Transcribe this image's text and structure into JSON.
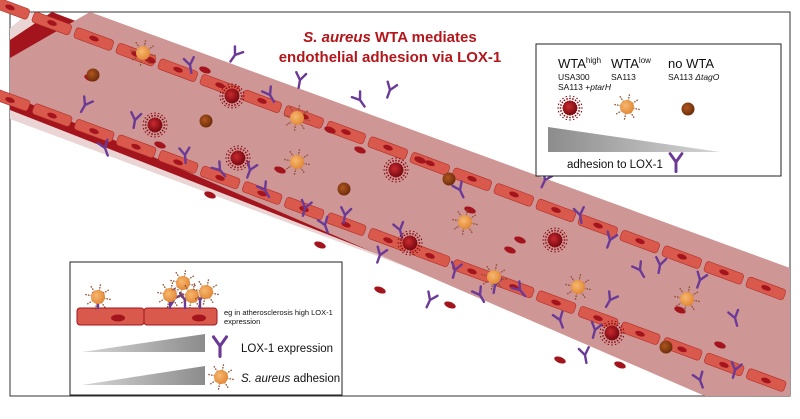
{
  "title": {
    "line1_italic": "S. aureus",
    "line1_rest": " WTA mediates",
    "line2": "endothelial adhesion via LOX-1"
  },
  "legend_top": {
    "high": {
      "main": "WTA",
      "sup": "high",
      "strain1": "USA300",
      "strain2_prefix": "SA113 +",
      "strain2_italic": "ptarH"
    },
    "low": {
      "main": "WTA",
      "sup": "low",
      "strain1": "SA113"
    },
    "none": {
      "main": "no WTA",
      "strain1_prefix": "SA113 ",
      "strain1_italic": "ΔtagO"
    },
    "adhesion_label": "adhesion to LOX-1"
  },
  "legend_bottom": {
    "note_line1": "eg in atherosclerosis high LOX-1",
    "note_line2": "expression",
    "lox_label": "LOX-1 expression",
    "adhesion_italic": "S. aureus",
    "adhesion_rest": " adhesion"
  },
  "colors": {
    "vessel_wall": "#a3141c",
    "vessel_lumen": "#cf9696",
    "endothelial_cell": "#d95a4d",
    "rbc": "#a3141c",
    "wta_high": "#8b0c12",
    "wta_low": "#f0a050",
    "no_wta": "#8b3b10",
    "lox1_receptor": "#6a3a96",
    "gradient_grey": "#a8a8a8"
  }
}
